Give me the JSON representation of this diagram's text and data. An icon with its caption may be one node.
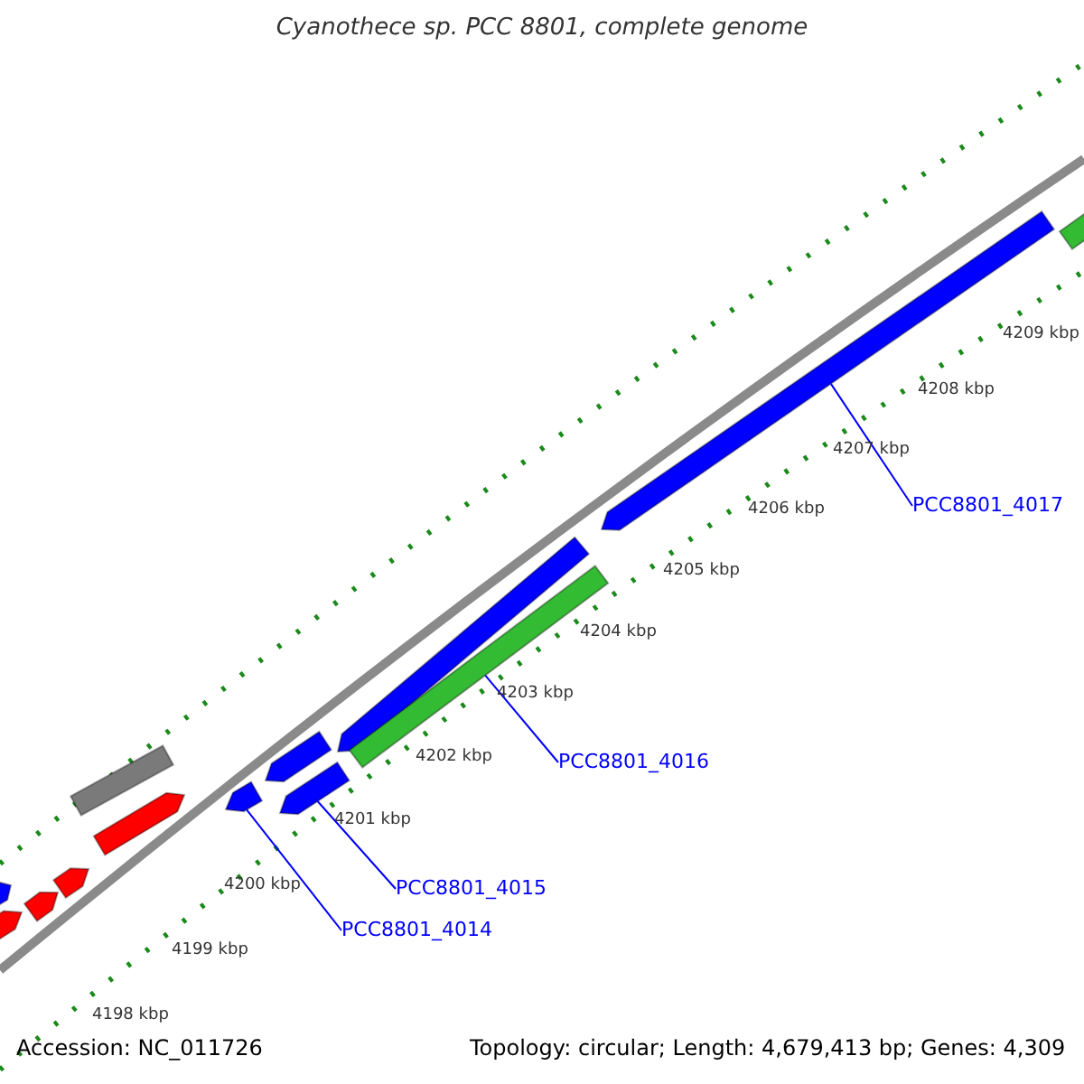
{
  "diagram": {
    "title": "Cyanothece sp. PCC 8801, complete genome",
    "nodes": [
      {
        "text": [],
        "shape": "arrow"
      },
      {
        "text": [],
        "shape": "arrow"
      },
      {
        "text": [],
        "shape": "arrow"
      },
      {
        "text": [],
        "shape": "arrow"
      },
      {
        "text": [],
        "shape": "arrow"
      },
      {
        "text": [],
        "shape": "arrow"
      },
      {
        "text": [],
        "shape": "arrow"
      },
      {
        "text": [],
        "shape": "arrow"
      },
      {
        "text": [],
        "shape": "arrow"
      },
      {
        "text": [],
        "shape": "arrow"
      },
      {
        "text": [],
        "shape": "arrow"
      },
      {
        "text": [],
        "shape": "arrow"
      },
      {
        "text": [],
        "shape": "arrow"
      },
      {
        "text": [
          "PCC8801_4014"
        ]
      },
      {
        "text": [
          "PCC8801_4015"
        ]
      },
      {
        "text": [
          "PCC8801_4016"
        ]
      },
      {
        "text": [
          "PCC8801_4017"
        ]
      }
    ],
    "edges": [
      {
        "from": 13,
        "to": 6,
        "arrow": "none"
      },
      {
        "from": 14,
        "to": 8,
        "arrow": "none"
      },
      {
        "from": 15,
        "to": 10,
        "arrow": "none"
      },
      {
        "from": 16,
        "to": 11,
        "arrow": "none"
      }
    ],
    "labels": [
      "4209 kbp",
      "4208 kbp",
      "4207 kbp",
      "4206 kbp",
      "4205 kbp",
      "4204 kbp",
      "4203 kbp",
      "4202 kbp",
      "4201 kbp",
      "4200 kbp",
      "4199 kbp",
      "4198 kbp",
      "Accession: NC_011726",
      "Topology: circular; Length: 4,679,413 bp; Genes: 4,309"
    ]
  }
}
